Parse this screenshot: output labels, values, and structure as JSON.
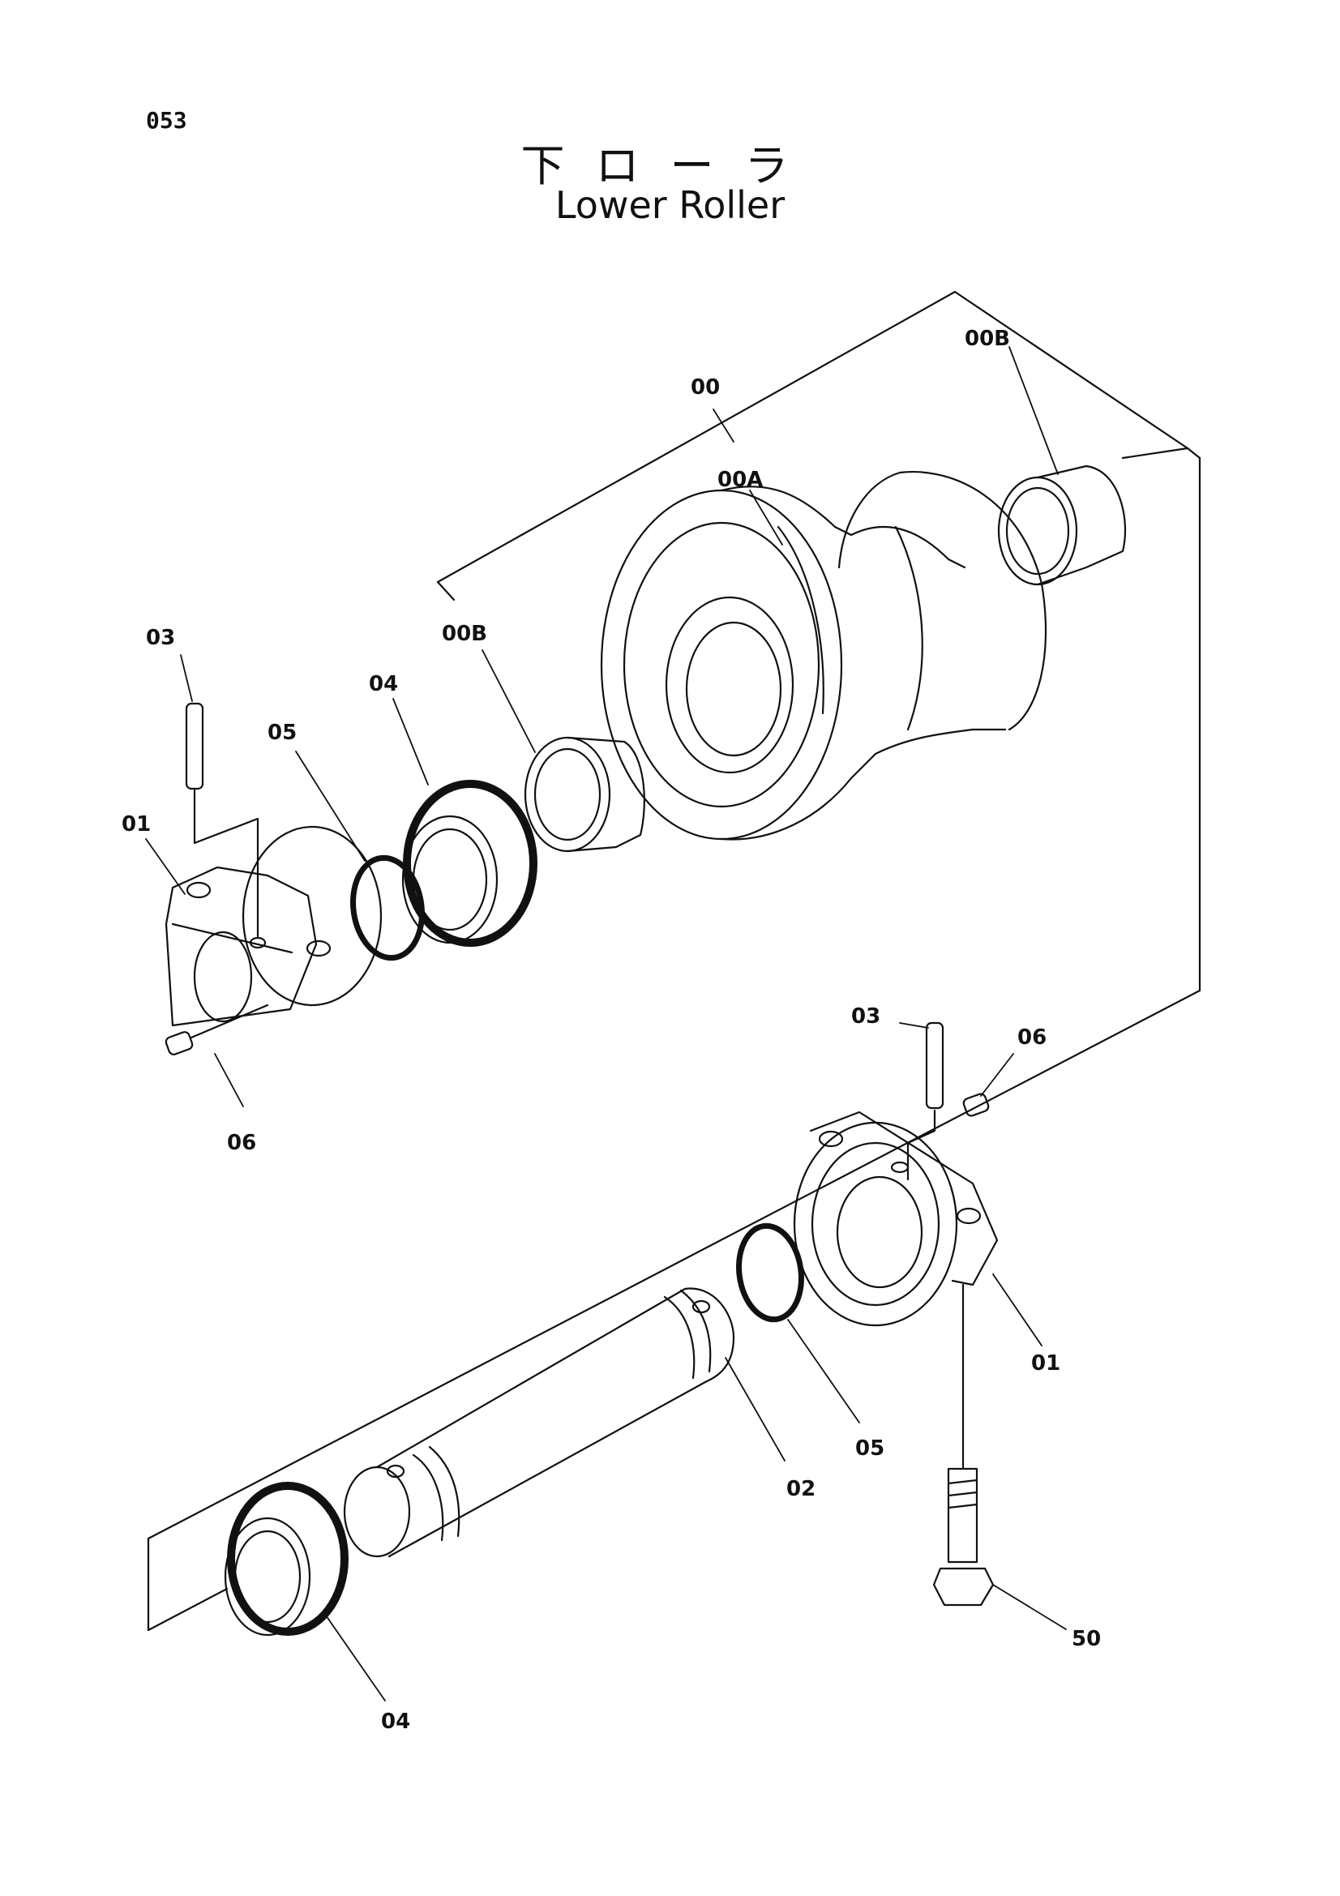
{
  "page_number": "053",
  "title_jp": "下ローラ",
  "title_en": "Lower Roller",
  "callouts": [
    {
      "id": "c-00b-right",
      "text": "00B"
    },
    {
      "id": "c-00",
      "text": "00"
    },
    {
      "id": "c-00a",
      "text": "00A"
    },
    {
      "id": "c-00b-left",
      "text": "00B"
    },
    {
      "id": "c-03-top",
      "text": "03"
    },
    {
      "id": "c-04-top",
      "text": "04"
    },
    {
      "id": "c-05-top",
      "text": "05"
    },
    {
      "id": "c-01-top",
      "text": "01"
    },
    {
      "id": "c-06-top",
      "text": "06"
    },
    {
      "id": "c-03-bottom",
      "text": "03"
    },
    {
      "id": "c-06-bottom",
      "text": "06"
    },
    {
      "id": "c-01-bottom",
      "text": "01"
    },
    {
      "id": "c-05-bottom",
      "text": "05"
    },
    {
      "id": "c-02",
      "text": "02"
    },
    {
      "id": "c-50",
      "text": "50"
    },
    {
      "id": "c-04-bottom",
      "text": "04"
    }
  ]
}
